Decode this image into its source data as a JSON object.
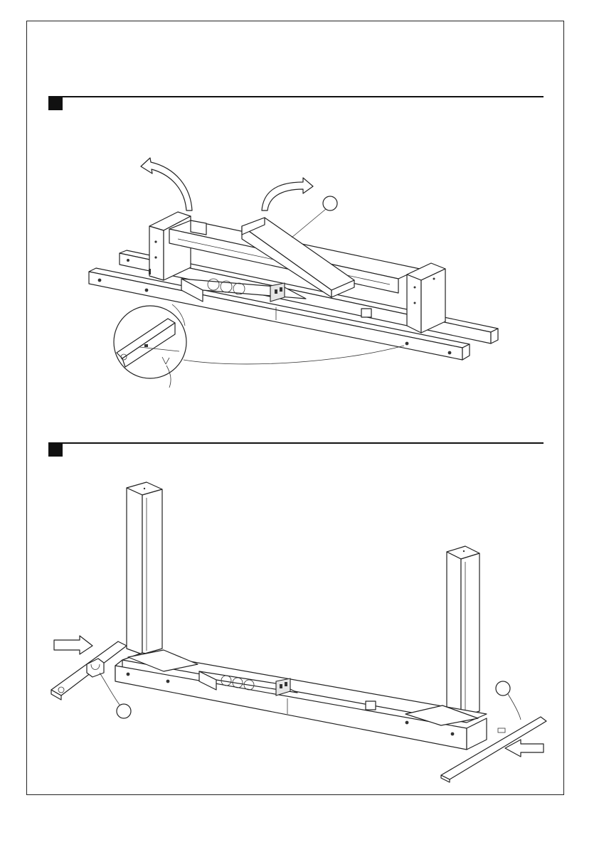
{
  "page": {
    "frame_color": "#222222",
    "step_marker_color": "#111111"
  },
  "steps": [
    {
      "marker": "step-1-marker",
      "callouts": [
        ""
      ],
      "arrows": [
        "rotate-arrow-left",
        "rotate-arrow-right"
      ]
    },
    {
      "marker": "step-2-marker",
      "callouts": [
        "",
        ""
      ],
      "arrows": [
        "insert-arrow-left",
        "insert-arrow-right"
      ]
    }
  ],
  "icons": [
    "rotate-arrow-icon",
    "straight-arrow-icon",
    "callout-circle-icon",
    "detail-magnifier-icon"
  ]
}
